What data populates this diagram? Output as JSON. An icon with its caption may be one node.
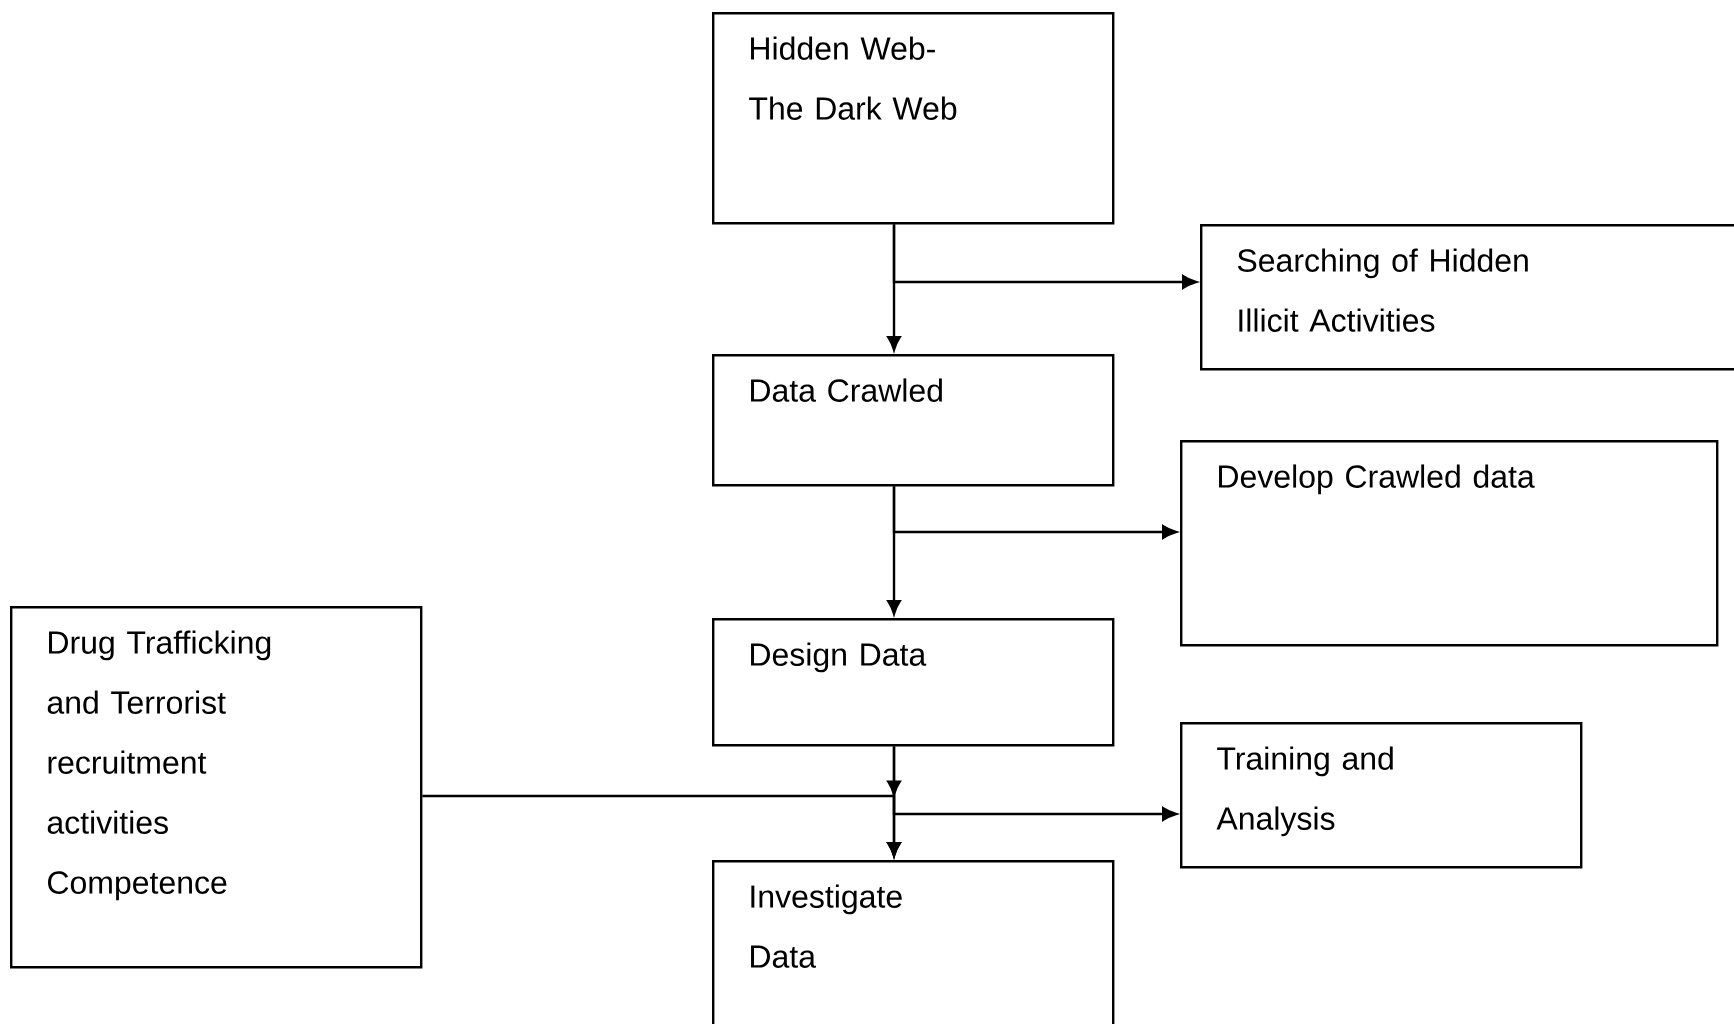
{
  "diagram": {
    "nodes": [
      {
        "text": [
          "Hidden Web- The Dark Web"
        ]
      },
      {
        "text": [
          "Searching of Hidden Illicit Activities"
        ]
      },
      {
        "text": [
          "Data Crawled"
        ]
      },
      {
        "text": [
          "Develop Crawled data"
        ]
      },
      {
        "text": [
          "Drug Trafficking and Terrorist recruitment activities Competence"
        ]
      },
      {
        "text": [
          "Design Data"
        ]
      },
      {
        "text": [
          "Training and Analysis"
        ]
      },
      {
        "text": [
          "Investigate Data"
        ]
      }
    ],
    "edges": [
      {
        "from": 0,
        "to": 2,
        "arrow": "to"
      },
      {
        "from": 0,
        "to": 1,
        "arrow": "to"
      },
      {
        "from": 2,
        "to": 5,
        "arrow": "to"
      },
      {
        "from": 2,
        "to": 3,
        "arrow": "to"
      },
      {
        "from": 5,
        "to": 7,
        "arrow": "to"
      },
      {
        "from": 5,
        "to": 6,
        "arrow": "to"
      },
      {
        "from": 4,
        "to": 7,
        "arrow": "to"
      }
    ]
  }
}
